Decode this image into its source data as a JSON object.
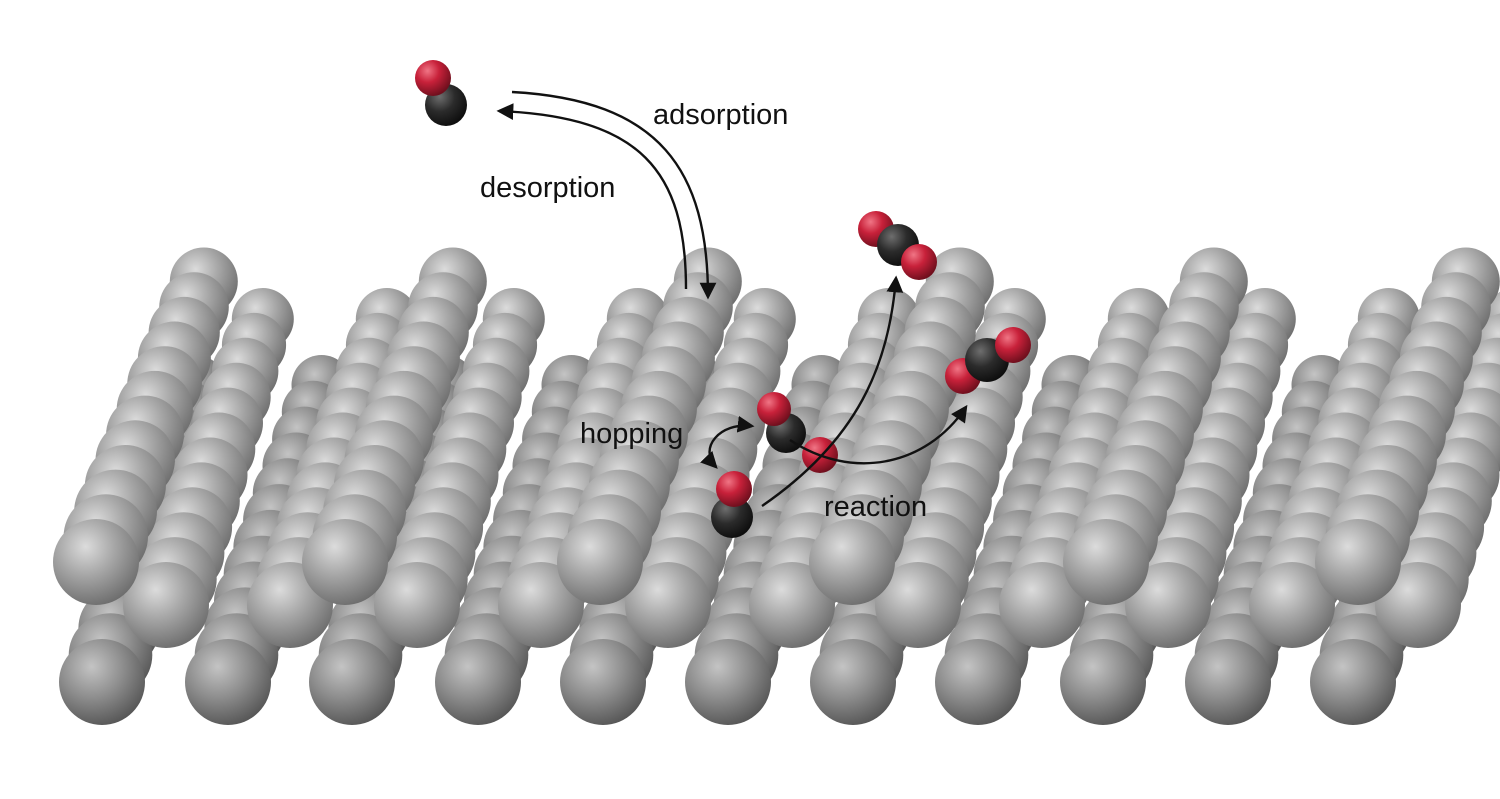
{
  "labels": {
    "adsorption": "adsorption",
    "desorption": "desorption",
    "hopping": "hopping",
    "reaction": "reaction"
  },
  "colors": {
    "background": "#ffffff",
    "surface_atom": "#a6a6a6",
    "carbon_atom": "#2b2b2b",
    "oxygen_atom": "#c8213a",
    "arrow": "#111111",
    "text": "#111111"
  },
  "surface": {
    "material": "metal atoms",
    "lattice": "stepped rows"
  },
  "molecules": [
    {
      "id": "gas-co",
      "formula": "CO",
      "state": "gas"
    },
    {
      "id": "adsorbed-co-1",
      "formula": "CO",
      "state": "adsorbed"
    },
    {
      "id": "adsorbed-co-2",
      "formula": "CO",
      "state": "adsorbed"
    },
    {
      "id": "adsorbed-o",
      "formula": "O",
      "state": "adsorbed"
    },
    {
      "id": "product-co2-gas",
      "formula": "CO2",
      "state": "gas"
    },
    {
      "id": "product-co2-surface",
      "formula": "CO2",
      "state": "forming"
    }
  ],
  "processes": [
    "adsorption",
    "desorption",
    "hopping",
    "reaction"
  ]
}
